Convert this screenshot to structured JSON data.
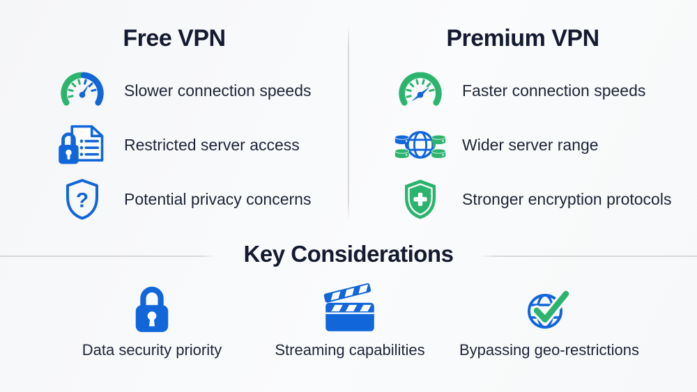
{
  "colors": {
    "blue": "#1166d9",
    "green": "#2cb36d",
    "heading_navy": "#141a2f",
    "body_text": "#1d2437",
    "divider_gray": "#d6d8dd",
    "background": "#f8f9fb"
  },
  "free_column": {
    "title": "Free VPN",
    "items": [
      {
        "icon": "speedometer-slow-icon",
        "label": "Slower connection speeds"
      },
      {
        "icon": "restricted-server-icon",
        "label": "Restricted server access"
      },
      {
        "icon": "shield-question-icon",
        "label": "Potential privacy concerns"
      }
    ]
  },
  "premium_column": {
    "title": "Premium VPN",
    "items": [
      {
        "icon": "speedometer-fast-icon",
        "label": "Faster connection speeds"
      },
      {
        "icon": "global-servers-icon",
        "label": "Wider server range"
      },
      {
        "icon": "shield-plus-icon",
        "label": "Stronger encryption protocols"
      }
    ]
  },
  "considerations": {
    "title": "Key Considerations",
    "items": [
      {
        "icon": "padlock-icon",
        "label": "Data security priority"
      },
      {
        "icon": "clapperboard-icon",
        "label": "Streaming capabilities"
      },
      {
        "icon": "globe-check-icon",
        "label": "Bypassing geo-restrictions"
      }
    ]
  }
}
